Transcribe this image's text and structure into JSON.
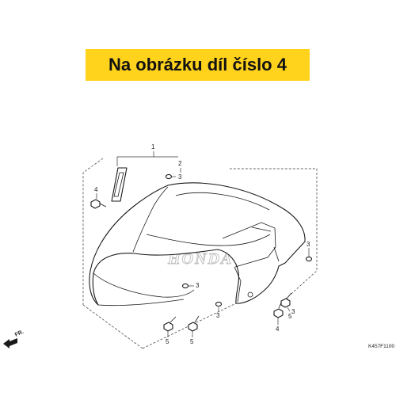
{
  "banner": {
    "text": "Na obrázku díl číslo 4",
    "background": "#ffd21c"
  },
  "diagram": {
    "direction_label": "FR.",
    "figure_code": "K457F1100",
    "watermark": "HONDA",
    "callouts": [
      "1",
      "2",
      "3",
      "3",
      "4",
      "3",
      "3",
      "5",
      "5",
      "3",
      "4",
      "5"
    ]
  }
}
